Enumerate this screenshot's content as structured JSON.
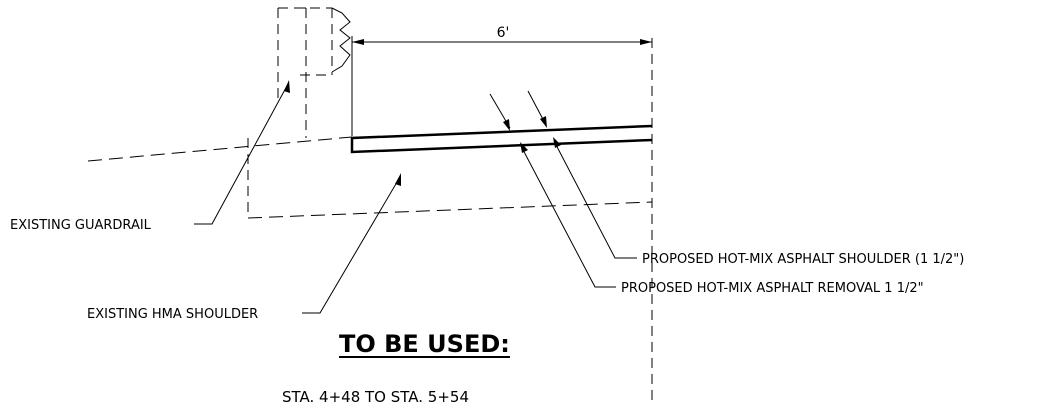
{
  "dimension": {
    "width_label": "6'"
  },
  "callouts": {
    "existing_guardrail": "EXISTING GUARDRAIL",
    "existing_hma_shoulder": "EXISTING HMA SHOULDER",
    "proposed_shoulder": "PROPOSED HOT-MIX ASPHALT SHOULDER (1 1/2\")",
    "proposed_removal": "PROPOSED HOT-MIX ASPHALT REMOVAL 1 1/2\""
  },
  "note": {
    "heading": "TO BE USED:",
    "stations": "STA. 4+48 TO STA. 5+54"
  }
}
